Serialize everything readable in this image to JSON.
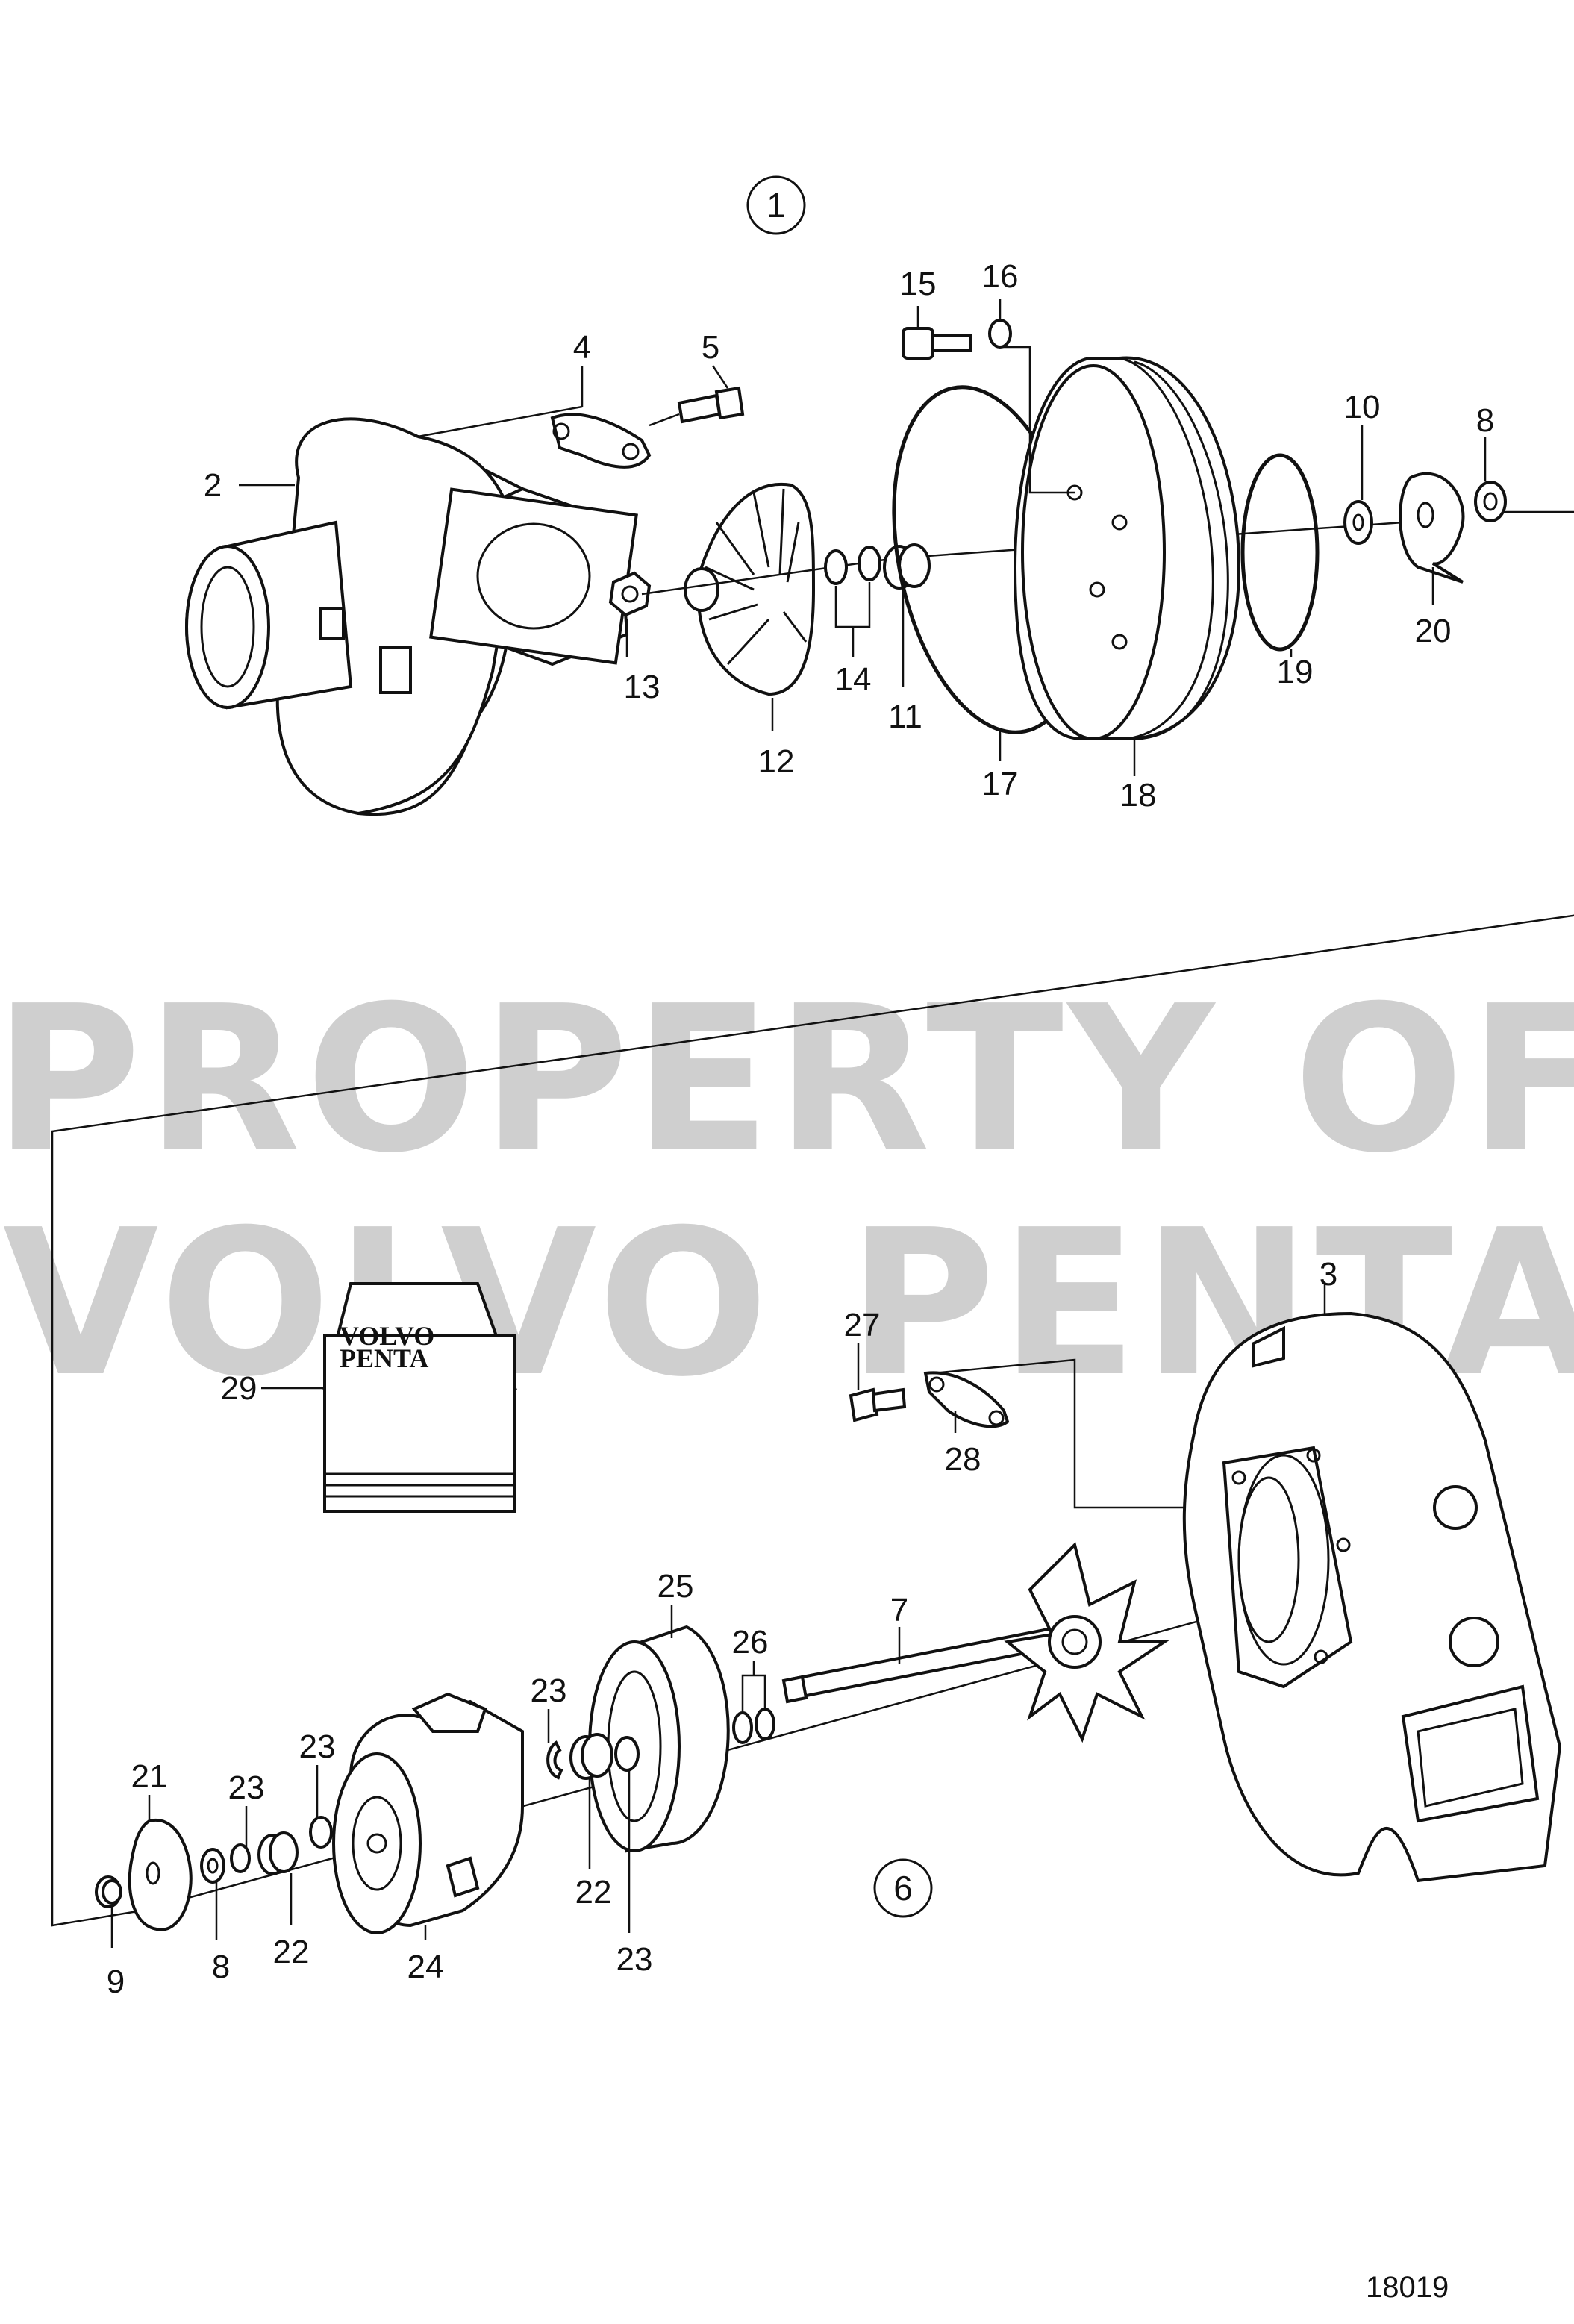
{
  "watermark": {
    "line1": "PROPERTY OF",
    "line2": "VOLVO PENTA"
  },
  "logo": {
    "line1": "VOLVO",
    "line2": "PENTA"
  },
  "figure_number": "18019",
  "group_labels": [
    "1",
    "6"
  ],
  "callouts": {
    "p2": "2",
    "p3": "3",
    "p4": "4",
    "p5": "5",
    "p7": "7",
    "p8a": "8",
    "p8b": "8",
    "p9": "9",
    "p10": "10",
    "p11": "11",
    "p12": "12",
    "p13": "13",
    "p14": "14",
    "p15": "15",
    "p16": "16",
    "p17": "17",
    "p18": "18",
    "p19": "19",
    "p20": "20",
    "p21": "21",
    "p22a": "22",
    "p22b": "22",
    "p23a": "23",
    "p23b": "23",
    "p23c": "23",
    "p23d": "23",
    "p24": "24",
    "p25": "25",
    "p26": "26",
    "p27": "27",
    "p28": "28",
    "p29": "29"
  }
}
